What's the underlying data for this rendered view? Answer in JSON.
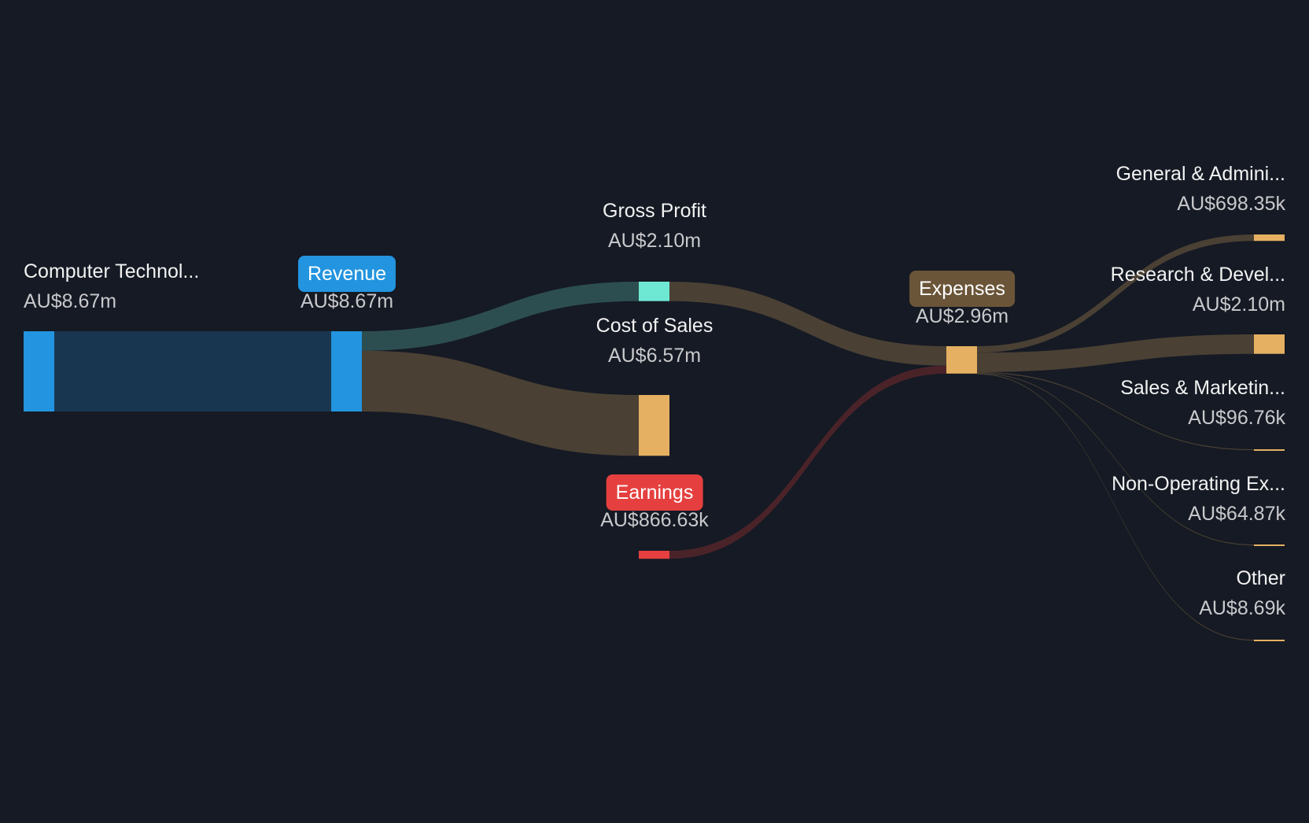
{
  "chart_data": {
    "type": "sankey",
    "currency": "AU$",
    "colors": {
      "background": "#151a24",
      "revenue": "#2394df",
      "revenue_link": "#193650",
      "profit": "#6ee7d3",
      "profit_link": "#2d4e50",
      "cost": "#e5b061",
      "cost_link": "#4a4034",
      "earnings": "#e5403f",
      "earnings_link": "#4a2329",
      "expenses_badge": "#6b5538"
    },
    "nodes": [
      {
        "id": "segment",
        "label": "Computer Technol...",
        "value_label": "AU$8.67m",
        "value": 8.67,
        "color": "#2394df"
      },
      {
        "id": "revenue",
        "label": "Revenue",
        "value_label": "AU$8.67m",
        "value": 8.67,
        "color": "#2394df",
        "badge": true
      },
      {
        "id": "gross_profit",
        "label": "Gross Profit",
        "value_label": "AU$2.10m",
        "value": 2.1,
        "color": "#6ee7d3"
      },
      {
        "id": "cost_of_sales",
        "label": "Cost of Sales",
        "value_label": "AU$6.57m",
        "value": 6.57,
        "color": "#e5b061"
      },
      {
        "id": "earnings",
        "label": "Earnings",
        "value_label": "AU$866.63k",
        "value": 0.86663,
        "color": "#e5403f",
        "badge": true
      },
      {
        "id": "expenses",
        "label": "Expenses",
        "value_label": "AU$2.96m",
        "value": 2.96,
        "color": "#e5b061",
        "badge": true
      },
      {
        "id": "ga",
        "label": "General & Admini...",
        "value_label": "AU$698.35k",
        "value": 0.69835,
        "color": "#e5b061"
      },
      {
        "id": "rd",
        "label": "Research & Devel...",
        "value_label": "AU$2.10m",
        "value": 2.1,
        "color": "#e5b061"
      },
      {
        "id": "sm",
        "label": "Sales & Marketin...",
        "value_label": "AU$96.76k",
        "value": 0.09676,
        "color": "#e5b061"
      },
      {
        "id": "nonop",
        "label": "Non-Operating Ex...",
        "value_label": "AU$64.87k",
        "value": 0.06487,
        "color": "#e5b061"
      },
      {
        "id": "other",
        "label": "Other",
        "value_label": "AU$8.69k",
        "value": 0.00869,
        "color": "#e5b061"
      }
    ],
    "links": [
      {
        "source": "segment",
        "target": "revenue",
        "value": 8.67,
        "color": "#193650"
      },
      {
        "source": "revenue",
        "target": "gross_profit",
        "value": 2.1,
        "color": "#2d4e50"
      },
      {
        "source": "revenue",
        "target": "cost_of_sales",
        "value": 6.57,
        "color": "#4a4034"
      },
      {
        "source": "gross_profit",
        "target": "expenses",
        "value": 2.1,
        "color": "#4a4034"
      },
      {
        "source": "earnings",
        "target": "expenses",
        "value": 0.86663,
        "color": "#4a2329"
      },
      {
        "source": "expenses",
        "target": "ga",
        "value": 0.69835,
        "color": "#4a4034"
      },
      {
        "source": "expenses",
        "target": "rd",
        "value": 2.1,
        "color": "#4a4034"
      },
      {
        "source": "expenses",
        "target": "sm",
        "value": 0.09676,
        "color": "#4a4034"
      },
      {
        "source": "expenses",
        "target": "nonop",
        "value": 0.06487,
        "color": "#4a4034"
      },
      {
        "source": "expenses",
        "target": "other",
        "value": 0.00869,
        "color": "#4a4034"
      }
    ]
  }
}
